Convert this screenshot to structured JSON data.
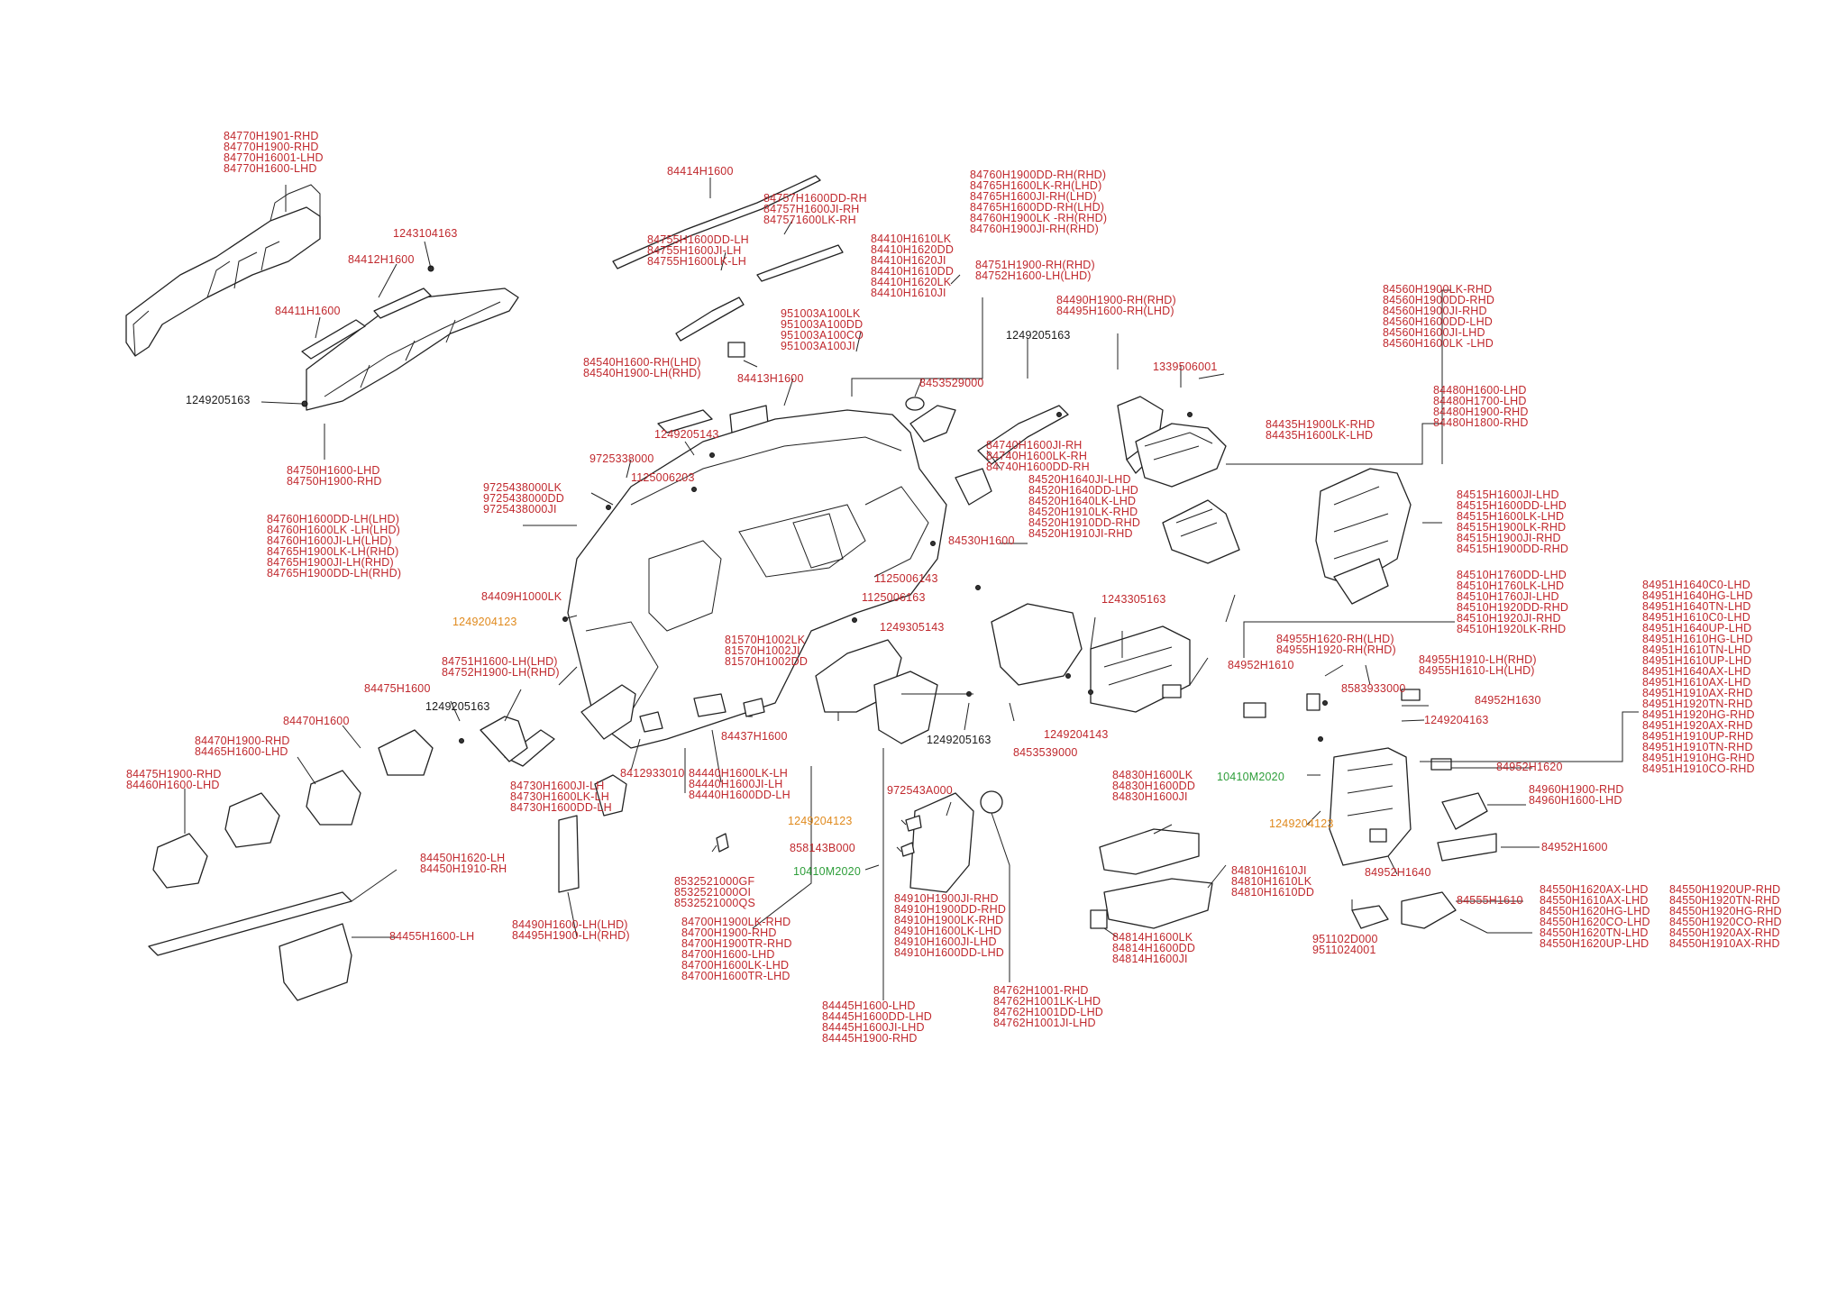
{
  "labels": [
    {
      "id": "l1",
      "color": "red",
      "lines": [
        "84770H1901-RHD",
        "84770H1900-RHD",
        "84770H16001-LHD",
        "84770H1600-LHD"
      ]
    },
    {
      "id": "l2",
      "color": "red",
      "lines": [
        "1243104163"
      ]
    },
    {
      "id": "l3",
      "color": "red",
      "lines": [
        "84412H1600"
      ]
    },
    {
      "id": "l4",
      "color": "red",
      "lines": [
        "84411H1600"
      ]
    },
    {
      "id": "l5",
      "color": "blk",
      "lines": [
        "1249205163"
      ]
    },
    {
      "id": "l6",
      "color": "red",
      "lines": [
        "84750H1600-LHD",
        "84750H1900-RHD"
      ]
    },
    {
      "id": "l7",
      "color": "red",
      "lines": [
        "84414H1600"
      ]
    },
    {
      "id": "l8",
      "color": "red",
      "lines": [
        "84757H1600DD-RH",
        "84757H1600JI-RH",
        "847571600LK-RH"
      ]
    },
    {
      "id": "l9",
      "color": "red",
      "lines": [
        "84755H1600DD-LH",
        "84755H1600JI-LH",
        "84755H1600LK-LH"
      ]
    },
    {
      "id": "l10",
      "color": "red",
      "lines": [
        "84410H1610LK",
        "84410H1620DD",
        "84410H1620JI",
        "84410H1610DD",
        "84410H1620LK",
        "84410H1610JI"
      ]
    },
    {
      "id": "l11",
      "color": "red",
      "lines": [
        "951003A100LK",
        "951003A100DD",
        "951003A100CO",
        "951003A100JI"
      ]
    },
    {
      "id": "l12",
      "color": "red",
      "lines": [
        "84540H1600-RH(LHD)",
        "84540H1900-LH(RHD)"
      ]
    },
    {
      "id": "l13",
      "color": "red",
      "lines": [
        "84413H1600"
      ]
    },
    {
      "id": "l14",
      "color": "red",
      "lines": [
        "1249205143"
      ]
    },
    {
      "id": "l15",
      "color": "red",
      "lines": [
        "9725338000"
      ]
    },
    {
      "id": "l16",
      "color": "red",
      "lines": [
        "1125006203"
      ]
    },
    {
      "id": "l17",
      "color": "red",
      "lines": [
        "9725438000LK",
        "9725438000DD",
        "9725438000JI"
      ]
    },
    {
      "id": "l18",
      "color": "red",
      "lines": [
        "84760H1600DD-LH(LHD)",
        "84760H1600LK -LH(LHD)",
        "84760H1600JI-LH(LHD)",
        "84765H1900LK-LH(RHD)",
        "84765H1900JI-LH(RHD)",
        "84765H1900DD-LH(RHD)"
      ]
    },
    {
      "id": "l19",
      "color": "red",
      "lines": [
        "84409H1000LK"
      ]
    },
    {
      "id": "l20",
      "color": "org",
      "lines": [
        "1249204123"
      ]
    },
    {
      "id": "l21",
      "color": "red",
      "lines": [
        "84760H1900DD-RH(RHD)",
        "84765H1600LK-RH(LHD)",
        "84765H1600JI-RH(LHD)",
        "84765H1600DD-RH(LHD)",
        "84760H1900LK -RH(RHD)",
        "84760H1900JI-RH(RHD)"
      ]
    },
    {
      "id": "l22",
      "color": "red",
      "lines": [
        "84751H1900-RH(RHD)",
        "84752H1600-LH(LHD)"
      ]
    },
    {
      "id": "l23",
      "color": "red",
      "lines": [
        "84490H1900-RH(RHD)",
        "84495H1600-RH(LHD)"
      ]
    },
    {
      "id": "l24",
      "color": "blk",
      "lines": [
        "1249205163"
      ]
    },
    {
      "id": "l25",
      "color": "red",
      "lines": [
        "8453529000"
      ]
    },
    {
      "id": "l26",
      "color": "red",
      "lines": [
        "1339506001"
      ]
    },
    {
      "id": "l27",
      "color": "red",
      "lines": [
        "84435H1900LK-RHD",
        "84435H1600LK-LHD"
      ]
    },
    {
      "id": "l28",
      "color": "red",
      "lines": [
        "84740H1600JI-RH",
        "84740H1600LK-RH",
        "84740H1600DD-RH"
      ]
    },
    {
      "id": "l29",
      "color": "red",
      "lines": [
        "84520H1640JI-LHD",
        "84520H1640DD-LHD",
        "84520H1640LK-LHD",
        "84520H1910LK-RHD",
        "84520H1910DD-RHD",
        "84520H1910JI-RHD"
      ]
    },
    {
      "id": "l30",
      "color": "red",
      "lines": [
        "84560H1900LK-RHD",
        "84560H1900DD-RHD",
        "84560H1900JI-RHD",
        "84560H1600DD-LHD",
        "84560H1600JI-LHD",
        "84560H1600LK -LHD"
      ]
    },
    {
      "id": "l31",
      "color": "red",
      "lines": [
        "84480H1600-LHD",
        "84480H1700-LHD",
        "84480H1900-RHD",
        "84480H1800-RHD"
      ]
    },
    {
      "id": "l32",
      "color": "red",
      "lines": [
        "84515H1600JI-LHD",
        "84515H1600DD-LHD",
        "84515H1600LK-LHD",
        "84515H1900LK-RHD",
        "84515H1900JI-RHD",
        "84515H1900DD-RHD"
      ]
    },
    {
      "id": "l33",
      "color": "red",
      "lines": [
        "84510H1760DD-LHD",
        "84510H1760LK-LHD",
        "84510H1760JI-LHD",
        "84510H1920DD-RHD",
        "84510H1920JI-RHD",
        "84510H1920LK-RHD"
      ]
    },
    {
      "id": "l34",
      "color": "red",
      "lines": [
        "84530H1600"
      ]
    },
    {
      "id": "l35",
      "color": "red",
      "lines": [
        "1125006143"
      ]
    },
    {
      "id": "l36",
      "color": "red",
      "lines": [
        "1125006163"
      ]
    },
    {
      "id": "l37",
      "color": "red",
      "lines": [
        "1249305143"
      ]
    },
    {
      "id": "l38",
      "color": "red",
      "lines": [
        "81570H1002LK",
        "81570H1002JI",
        "81570H1002DD"
      ]
    },
    {
      "id": "l39",
      "color": "red",
      "lines": [
        "1243305163"
      ]
    },
    {
      "id": "l40",
      "color": "red",
      "lines": [
        "84955H1620-RH(LHD)",
        "84955H1920-RH(RHD)"
      ]
    },
    {
      "id": "l41",
      "color": "red",
      "lines": [
        "84955H1910-LH(RHD)",
        "84955H1610-LH(LHD)"
      ]
    },
    {
      "id": "l42",
      "color": "red",
      "lines": [
        "84952H1610"
      ]
    },
    {
      "id": "l43",
      "color": "red",
      "lines": [
        "8583933000"
      ]
    },
    {
      "id": "l44",
      "color": "red",
      "lines": [
        "84952H1630"
      ]
    },
    {
      "id": "l45",
      "color": "red",
      "lines": [
        "1249204163"
      ]
    },
    {
      "id": "l46",
      "color": "red",
      "lines": [
        "84951H1640C0-LHD",
        "84951H1640HG-LHD",
        "84951H1640TN-LHD",
        "84951H1610C0-LHD",
        "84951H1640UP-LHD",
        "84951H1610HG-LHD",
        "84951H1610TN-LHD",
        "84951H1610UP-LHD",
        "84951H1640AX-LHD",
        "84951H1610AX-LHD",
        "84951H1910AX-RHD",
        "84951H1920TN-RHD",
        "84951H1920HG-RHD",
        "84951H1920AX-RHD",
        "84951H1910UP-RHD",
        "84951H1910TN-RHD",
        "84951H1910HG-RHD",
        "84951H1910CO-RHD"
      ]
    },
    {
      "id": "l47",
      "color": "red",
      "lines": [
        "84751H1600-LH(LHD)",
        "84752H1900-LH(RHD)"
      ]
    },
    {
      "id": "l48",
      "color": "red",
      "lines": [
        "84475H1600"
      ]
    },
    {
      "id": "l49",
      "color": "blk",
      "lines": [
        "1249205163"
      ]
    },
    {
      "id": "l50",
      "color": "red",
      "lines": [
        "84470H1600"
      ]
    },
    {
      "id": "l51",
      "color": "red",
      "lines": [
        "84470H1900-RHD",
        "84465H1600-LHD"
      ]
    },
    {
      "id": "l52",
      "color": "red",
      "lines": [
        "84475H1900-RHD",
        "84460H1600-LHD"
      ]
    },
    {
      "id": "l53",
      "color": "red",
      "lines": [
        "8412933010"
      ]
    },
    {
      "id": "l54",
      "color": "red",
      "lines": [
        "84730H1600JI-LH",
        "84730H1600LK-LH",
        "84730H1600DD-LH"
      ]
    },
    {
      "id": "l55",
      "color": "red",
      "lines": [
        "84437H1600"
      ]
    },
    {
      "id": "l56",
      "color": "red",
      "lines": [
        "84440H1600LK-LH",
        "84440H1600JI-LH",
        "84440H1600DD-LH"
      ]
    },
    {
      "id": "l57",
      "color": "blk",
      "lines": [
        "1249205163"
      ]
    },
    {
      "id": "l58",
      "color": "red",
      "lines": [
        "1249204143"
      ]
    },
    {
      "id": "l59",
      "color": "red",
      "lines": [
        "8453539000"
      ]
    },
    {
      "id": "l60",
      "color": "red",
      "lines": [
        "84952H1620"
      ]
    },
    {
      "id": "l61",
      "color": "grn",
      "lines": [
        "10410M2020"
      ]
    },
    {
      "id": "l62",
      "color": "org",
      "lines": [
        "1249204123"
      ]
    },
    {
      "id": "l63",
      "color": "red",
      "lines": [
        "84960H1900-RHD",
        "84960H1600-LHD"
      ]
    },
    {
      "id": "l64",
      "color": "red",
      "lines": [
        "84952H1600"
      ]
    },
    {
      "id": "l65",
      "color": "red",
      "lines": [
        "84952H1640"
      ]
    },
    {
      "id": "l66",
      "color": "red",
      "lines": [
        "84830H1600LK",
        "84830H1600DD",
        "84830H1600JI"
      ]
    },
    {
      "id": "l67",
      "color": "red",
      "lines": [
        "84810H1610JI",
        "84810H1610LK",
        "84810H1610DD"
      ]
    },
    {
      "id": "l68",
      "color": "red",
      "lines": [
        "84814H1600LK",
        "84814H1600DD",
        "84814H1600JI"
      ]
    },
    {
      "id": "l69",
      "color": "red",
      "lines": [
        "972543A000"
      ]
    },
    {
      "id": "l70",
      "color": "org",
      "lines": [
        "1249204123"
      ]
    },
    {
      "id": "l71",
      "color": "red",
      "lines": [
        "858143B000"
      ]
    },
    {
      "id": "l72",
      "color": "grn",
      "lines": [
        "10410M2020"
      ]
    },
    {
      "id": "l73",
      "color": "red",
      "lines": [
        "8532521000GF",
        "8532521000OI",
        "8532521000QS"
      ]
    },
    {
      "id": "l74",
      "color": "red",
      "lines": [
        "84700H1900LK-RHD",
        "84700H1900-RHD",
        "84700H1900TR-RHD",
        "84700H1600-LHD",
        "84700H1600LK-LHD",
        "84700H1600TR-LHD"
      ]
    },
    {
      "id": "l75",
      "color": "red",
      "lines": [
        "84910H1900JI-RHD",
        "84910H1900DD-RHD",
        "84910H1900LK-RHD",
        "84910H1600LK-LHD",
        "84910H1600JI-LHD",
        "84910H1600DD-LHD"
      ]
    },
    {
      "id": "l76",
      "color": "red",
      "lines": [
        "84762H1001-RHD",
        "84762H1001LK-LHD",
        "84762H1001DD-LHD",
        "84762H1001JI-LHD"
      ]
    },
    {
      "id": "l77",
      "color": "red",
      "lines": [
        "84445H1600-LHD",
        "84445H1600DD-LHD",
        "84445H1600JI-LHD",
        "84445H1900-RHD"
      ]
    },
    {
      "id": "l78",
      "color": "red",
      "lines": [
        "84450H1620-LH",
        "84450H1910-RH"
      ]
    },
    {
      "id": "l79",
      "color": "red",
      "lines": [
        "84455H1600-LH"
      ]
    },
    {
      "id": "l80",
      "color": "red",
      "lines": [
        "84490H1600-LH(LHD)",
        "84495H1900-LH(RHD)"
      ]
    },
    {
      "id": "l81",
      "color": "red",
      "lines": [
        "84555H1610"
      ]
    },
    {
      "id": "l82",
      "color": "red",
      "lines": [
        "951102D000",
        "9511024001"
      ]
    },
    {
      "id": "l83",
      "color": "red",
      "lines": [
        "84550H1620AX-LHD",
        "84550H1610AX-LHD",
        "84550H1620HG-LHD",
        "84550H1620CO-LHD",
        "84550H1620TN-LHD",
        "84550H1620UP-LHD"
      ]
    },
    {
      "id": "l84",
      "color": "red",
      "lines": [
        "84550H1920UP-RHD",
        "84550H1920TN-RHD",
        "84550H1920HG-RHD",
        "84550H1920CO-RHD",
        "84550H1920AX-RHD",
        "84550H1910AX-RHD"
      ]
    }
  ]
}
